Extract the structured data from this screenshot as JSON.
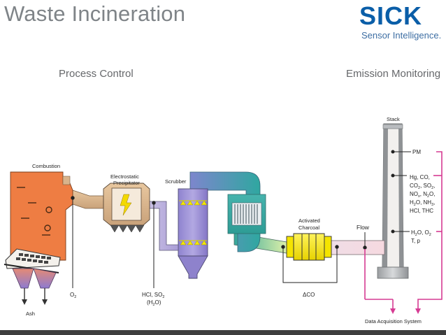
{
  "header": {
    "title": "Waste Incineration",
    "logo": "SICK",
    "tagline": "Sensor Intelligence."
  },
  "sections": {
    "left": "Process Control",
    "right": "Emission Monitoring"
  },
  "components": {
    "combustion": "Combustion",
    "precipitator_line1": "Electrostatic",
    "precipitator_line2": "Precipitator",
    "scrubber": "Scrubber",
    "charcoal_line1": "Activated",
    "charcoal_line2": "Charcoal",
    "flow": "Flow",
    "stack": "Stack",
    "ash": "Ash",
    "daq": "Data Acquisition System"
  },
  "measurements": {
    "o2": "O",
    "o2_sub": "2",
    "hcl_line1": "HCl, SO",
    "hcl_sub": "2",
    "hcl_line2_a": "(H",
    "hcl_line2_sub": "2",
    "hcl_line2_b": "O)",
    "dco": "ΔCO",
    "pm": "PM",
    "g1a": "Hg, CO,",
    "g2a": "CO",
    "g2_sub1": "2",
    "g2b": ", SO",
    "g2_sub2": "2",
    "g2c": ",",
    "g3a": "NO",
    "g3_sub1": "x",
    "g3b": ", N",
    "g3_sub2": "2",
    "g3c": "O,",
    "g4a": "H",
    "g4_sub1": "2",
    "g4b": "O, NH",
    "g4_sub2": "3",
    "g4c": ",",
    "g5": "HCl, THC",
    "h1a": "H",
    "h1_sub": "2",
    "h1b": "O, O",
    "h1_sub2": "2",
    "h2": "T, p"
  },
  "colors": {
    "furnace": "#ee7d43",
    "duct": "#d9b48c",
    "scrubber": "#9b8fd4",
    "cleaner": "#3fa7a3",
    "charcoal": "#f4e400",
    "stack": "#8c8f92",
    "signal": "#d63b93"
  }
}
